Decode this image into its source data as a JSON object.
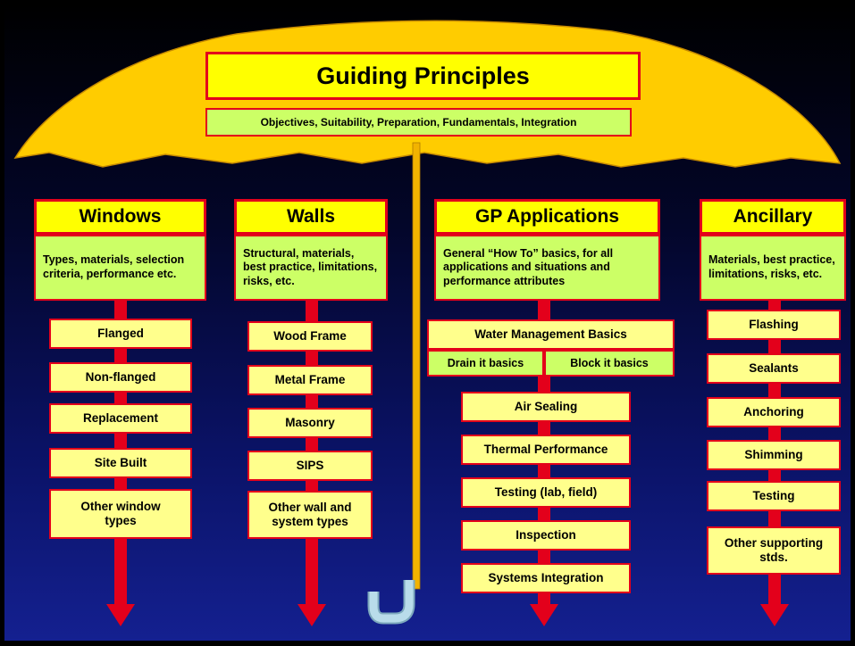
{
  "colors": {
    "canopy": "#ffcc00",
    "shaft": "#f2b300",
    "handle": "#b9dcea",
    "arrow": "#e3001b",
    "header_fill": "#ffff00",
    "box_fill": "#ffff8c",
    "desc_fill": "#ccff66",
    "border": "#e3001b",
    "background": "#0a1265"
  },
  "umbrella": {
    "title": "Guiding Principles",
    "subtitle": "Objectives, Suitability, Preparation, Fundamentals, Integration"
  },
  "columns": {
    "windows": {
      "heading": "Windows",
      "description": "Types, materials, selection criteria, performance etc.",
      "items": [
        "Flanged",
        "Non-flanged",
        "Replacement",
        "Site Built",
        "Other window types"
      ]
    },
    "walls": {
      "heading": "Walls",
      "description": "Structural, materials, best practice, limitations, risks, etc.",
      "items": [
        "Wood Frame",
        "Metal Frame",
        "Masonry",
        "SIPS",
        "Other wall and system types"
      ]
    },
    "gp": {
      "heading": "GP Applications",
      "description": "General “How To” basics, for all applications and situations and performance attributes",
      "water": "Water Management Basics",
      "drain": "Drain it basics",
      "block": "Block it basics",
      "items": [
        "Air Sealing",
        "Thermal Performance",
        "Testing (lab, field)",
        "Inspection",
        "Systems Integration"
      ]
    },
    "ancillary": {
      "heading": "Ancillary",
      "description": "Materials, best practice, limitations, risks, etc.",
      "items": [
        "Flashing",
        "Sealants",
        "Anchoring",
        "Shimming",
        "Testing",
        "Other supporting stds."
      ]
    }
  }
}
